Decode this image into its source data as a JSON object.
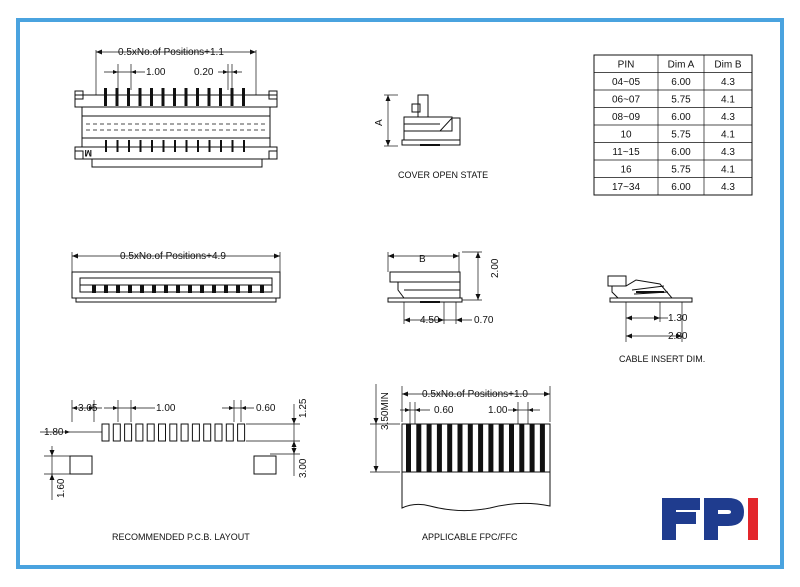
{
  "colors": {
    "frame": "#4aa3df",
    "logo_blue": "#1f3c8e",
    "logo_red": "#e3262b",
    "ink": "#111111"
  },
  "dims": {
    "top_width": "0.5xNo.of Positions+1.1",
    "top_pitch": "1.00",
    "top_pin": "0.20",
    "mid_width": "0.5xNo.of Positions+4.9",
    "dim_a": "A",
    "dim_b": "B",
    "side_h": "2.00",
    "side_w1": "4.50",
    "side_w2": "0.70",
    "ins_1": "1.30",
    "ins_2": "2.80",
    "pcb_1": "3.05",
    "pcb_2": "1.00",
    "pcb_3": "0.60",
    "pcb_4": "1.25",
    "pcb_5": "1.80",
    "pcb_6": "3.00",
    "pcb_7": "1.60",
    "fpc_width": "0.5xNo.of Positions+1.0",
    "fpc_1": "0.60",
    "fpc_2": "1.00",
    "fpc_min": "3.50MIN"
  },
  "captions": {
    "cover_open": "COVER OPEN STATE",
    "cable_insert": "CABLE INSERT DIM.",
    "pcb_layout": "RECOMMENDED P.C.B. LAYOUT",
    "fpc": "APPLICABLE FPC/FFC"
  },
  "table": {
    "headers": [
      "PIN",
      "Dim A",
      "Dim B"
    ],
    "rows": [
      [
        "04~05",
        "6.00",
        "4.3"
      ],
      [
        "06~07",
        "5.75",
        "4.1"
      ],
      [
        "08~09",
        "6.00",
        "4.3"
      ],
      [
        "10",
        "5.75",
        "4.1"
      ],
      [
        "11~15",
        "6.00",
        "4.3"
      ],
      [
        "16",
        "5.75",
        "4.1"
      ],
      [
        "17~34",
        "6.00",
        "4.3"
      ]
    ]
  },
  "logo": {
    "letters": "FPI"
  }
}
